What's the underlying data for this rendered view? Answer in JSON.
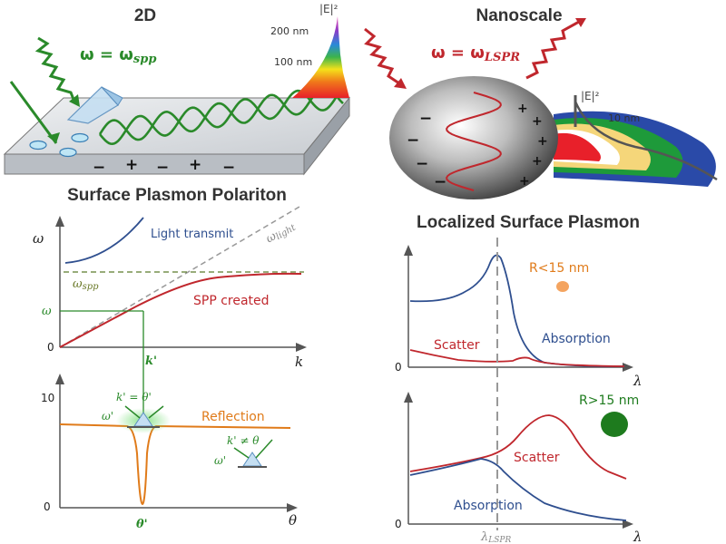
{
  "colors": {
    "green": "#2a8a2a",
    "dark_green": "#1f7a1f",
    "red": "#c0272d",
    "blue": "#2f4f8f",
    "orange": "#e07b1a",
    "grey_dash": "#999999",
    "axis": "#555555",
    "small_particle": "#f4a460",
    "large_particle": "#1e7b1e"
  },
  "left": {
    "heading": "2D",
    "omega_eq": "ω = ω",
    "omega_sub": "spp",
    "depth_200": "200 nm",
    "depth_100": "100 nm",
    "field_label": "|E|²",
    "charges": [
      "−",
      "+",
      "−",
      "+",
      "−"
    ],
    "title": "Surface Plasmon Polariton",
    "dispersion": {
      "y_axis": "ω",
      "x_axis": "k",
      "light_transmit": "Light transmit",
      "omega_light_main": "ω",
      "omega_light_sub": "light",
      "omega_spp_main": "ω",
      "omega_spp_sub": "spp",
      "spp_created": "SPP created",
      "omega_mark": "ω",
      "origin": "0",
      "k_prime": "k'"
    },
    "reflection": {
      "y_top": "10",
      "y_zero": "0",
      "x_axis": "θ",
      "theta_prime": "θ'",
      "label": "Reflection",
      "eq_equal": "k' = θ'",
      "eq_not_equal": "k' ≠ θ",
      "omega_prime_1": "ω'",
      "omega_prime_2": "ω'"
    }
  },
  "right": {
    "heading": "Nanoscale",
    "omega_eq": "ω = ω",
    "omega_sub": "LSPR",
    "field_label": "|E|²",
    "depth_10": "10 nm",
    "charges_left": [
      "−",
      "−",
      "−",
      "−"
    ],
    "charges_right": [
      "+",
      "+",
      "+",
      "+",
      "+"
    ],
    "title": "Localized Surface Plasmon",
    "top_plot": {
      "particle_size": "R<15 nm",
      "scatter": "Scatter",
      "absorption": "Absorption",
      "origin": "0",
      "x_axis": "λ"
    },
    "bottom_plot": {
      "particle_size": "R>15 nm",
      "scatter": "Scatter",
      "absorption": "Absorption",
      "origin": "0",
      "x_axis": "λ",
      "lspr_main": "λ",
      "lspr_sub": "LSPR"
    }
  }
}
